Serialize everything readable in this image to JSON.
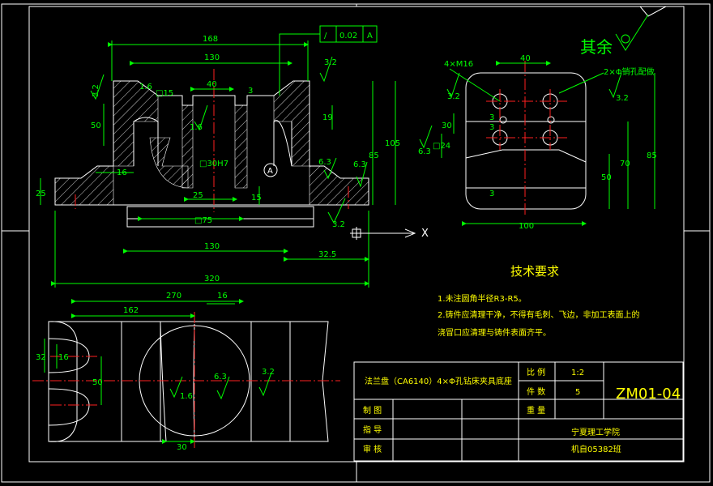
{
  "title_block": {
    "part_name": "法兰盘（CA6140）4×Φ孔钻床夹具底座",
    "scale_label": "比 例",
    "scale_value": "1:2",
    "quantity_label": "件 数",
    "quantity_value": "5",
    "weight_label": "重 量",
    "drawing_no": "ZM01-04",
    "drawn_label": "制 图",
    "guide_label": "指 导",
    "review_label": "审 核",
    "school": "宁夏理工学院",
    "class_no": "机自05382班"
  },
  "tech_requirements": {
    "title": "技术要求",
    "items": [
      "1.未注圆角半径R3-R5。",
      "2.铸件应清理干净，不得有毛刺、飞边，非加工表面上的",
      "浇冒口应清理与铸件表面齐平。"
    ]
  },
  "rest_surface": "其余",
  "axis_label": "X",
  "dimensions": {
    "front": [
      "168",
      "130",
      "40",
      "3",
      "1.6",
      "□15",
      "3.2",
      "50",
      "16",
      "25",
      "1.6",
      "□30H7",
      "25",
      "□75",
      "15",
      "19",
      "6.3",
      "6.3",
      "85",
      "105",
      "3.2",
      "130",
      "32.5",
      "320",
      "3.2"
    ],
    "tolerance_symbol": "/",
    "tolerance_value": "0.02",
    "tolerance_datum": "A",
    "datum_label": "A",
    "side": [
      "4×M16",
      "40",
      "2×Φ销孔配做",
      "3.2",
      "3.2",
      "30",
      "3",
      "□24",
      "6.3",
      "3",
      "50",
      "70",
      "85",
      "3",
      "100"
    ],
    "top": [
      "270",
      "16",
      "162",
      "32",
      "16",
      "50",
      "3.2",
      "6.3",
      "1.6",
      "30"
    ]
  }
}
